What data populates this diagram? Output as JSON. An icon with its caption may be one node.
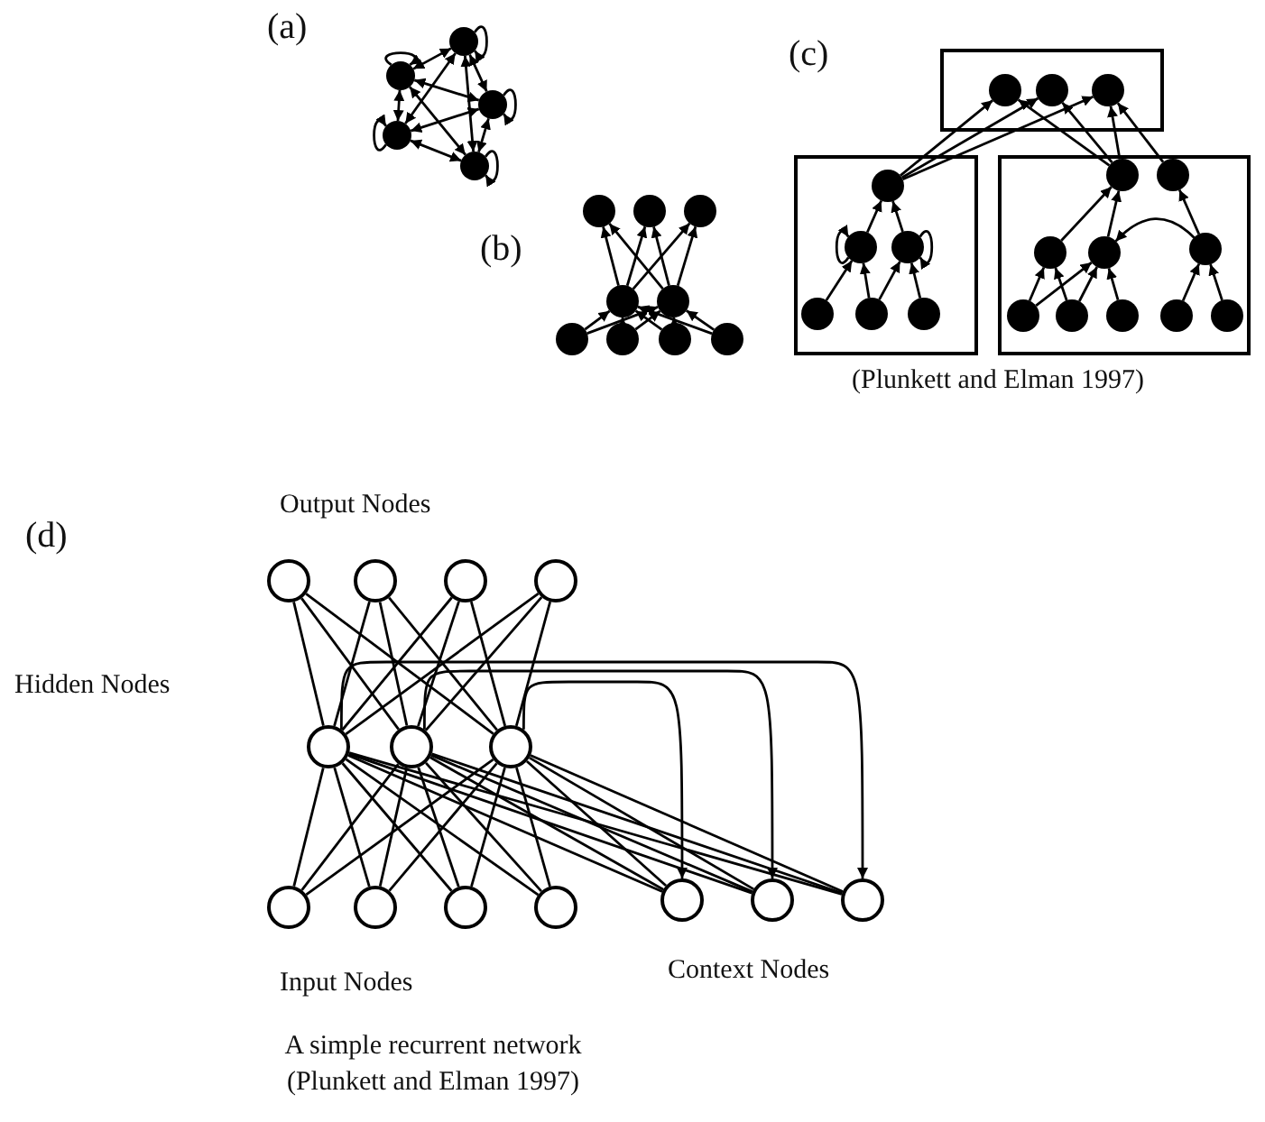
{
  "diagram": {
    "nodes": [
      {
        "text": [],
        "shape": "circle"
      },
      {
        "text": [],
        "shape": "circle"
      },
      {
        "text": [],
        "shape": "circle"
      },
      {
        "text": [],
        "shape": "circle"
      },
      {
        "text": [],
        "shape": "circle"
      },
      {
        "text": [],
        "shape": "circle"
      },
      {
        "text": [],
        "shape": "circle"
      },
      {
        "text": [],
        "shape": "circle"
      },
      {
        "text": [],
        "shape": "circle"
      },
      {
        "text": [],
        "shape": "circle"
      },
      {
        "text": [],
        "shape": "circle"
      },
      {
        "text": [],
        "shape": "circle"
      },
      {
        "text": [],
        "shape": "circle"
      },
      {
        "text": [],
        "shape": "circle"
      },
      {
        "text": [],
        "shape": "box"
      },
      {
        "text": [],
        "shape": "circle",
        "in": 14
      },
      {
        "text": [],
        "shape": "circle",
        "in": 14
      },
      {
        "text": [],
        "shape": "circle",
        "in": 14
      },
      {
        "text": [],
        "shape": "box"
      },
      {
        "text": [],
        "shape": "circle",
        "in": 18
      },
      {
        "text": [],
        "shape": "circle",
        "in": 18
      },
      {
        "text": [],
        "shape": "circle",
        "in": 18
      },
      {
        "text": [],
        "shape": "circle",
        "in": 18
      },
      {
        "text": [],
        "shape": "circle",
        "in": 18
      },
      {
        "text": [],
        "shape": "circle",
        "in": 18
      },
      {
        "text": [],
        "shape": "box"
      },
      {
        "text": [],
        "shape": "circle",
        "in": 25
      },
      {
        "text": [],
        "shape": "circle",
        "in": 25
      },
      {
        "text": [],
        "shape": "circle",
        "in": 25
      },
      {
        "text": [],
        "shape": "circle",
        "in": 25
      },
      {
        "text": [],
        "shape": "circle",
        "in": 25
      },
      {
        "text": [],
        "shape": "circle",
        "in": 25
      },
      {
        "text": [],
        "shape": "circle",
        "in": 25
      },
      {
        "text": [],
        "shape": "circle",
        "in": 25
      },
      {
        "text": [],
        "shape": "circle",
        "in": 25
      },
      {
        "text": [],
        "shape": "circle",
        "in": 25
      },
      {
        "text": [],
        "shape": "circle"
      },
      {
        "text": [],
        "shape": "circle"
      },
      {
        "text": [],
        "shape": "circle"
      },
      {
        "text": [],
        "shape": "circle"
      },
      {
        "text": [],
        "shape": "circle"
      },
      {
        "text": [],
        "shape": "circle"
      },
      {
        "text": [],
        "shape": "circle"
      },
      {
        "text": [],
        "shape": "circle"
      },
      {
        "text": [],
        "shape": "circle"
      },
      {
        "text": [],
        "shape": "circle"
      },
      {
        "text": [],
        "shape": "circle"
      },
      {
        "text": [],
        "shape": "circle"
      },
      {
        "text": [],
        "shape": "circle"
      },
      {
        "text": [],
        "shape": "circle"
      }
    ],
    "edges": [
      {
        "from": 0,
        "to": 0,
        "arrow": "to"
      },
      {
        "from": 1,
        "to": 1,
        "arrow": "to"
      },
      {
        "from": 2,
        "to": 2,
        "arrow": "to"
      },
      {
        "from": 3,
        "to": 3,
        "arrow": "to"
      },
      {
        "from": 4,
        "to": 4,
        "arrow": "to"
      },
      {
        "from": 0,
        "to": 1,
        "arrow": "both"
      },
      {
        "from": 0,
        "to": 2,
        "arrow": "both"
      },
      {
        "from": 0,
        "to": 3,
        "arrow": "both"
      },
      {
        "from": 0,
        "to": 4,
        "arrow": "both"
      },
      {
        "from": 1,
        "to": 2,
        "arrow": "both"
      },
      {
        "from": 1,
        "to": 3,
        "arrow": "both"
      },
      {
        "from": 1,
        "to": 4,
        "arrow": "both"
      },
      {
        "from": 2,
        "to": 3,
        "arrow": "both"
      },
      {
        "from": 2,
        "to": 4,
        "arrow": "both"
      },
      {
        "from": 3,
        "to": 4,
        "arrow": "both"
      },
      {
        "from": 10,
        "to": 8,
        "arrow": "to"
      },
      {
        "from": 10,
        "to": 9,
        "arrow": "to"
      },
      {
        "from": 11,
        "to": 8,
        "arrow": "to"
      },
      {
        "from": 11,
        "to": 9,
        "arrow": "to"
      },
      {
        "from": 12,
        "to": 8,
        "arrow": "to"
      },
      {
        "from": 12,
        "to": 9,
        "arrow": "to"
      },
      {
        "from": 13,
        "to": 8,
        "arrow": "to"
      },
      {
        "from": 13,
        "to": 9,
        "arrow": "to"
      },
      {
        "from": 8,
        "to": 5,
        "arrow": "to"
      },
      {
        "from": 8,
        "to": 6,
        "arrow": "to"
      },
      {
        "from": 8,
        "to": 7,
        "arrow": "to"
      },
      {
        "from": 9,
        "to": 5,
        "arrow": "to"
      },
      {
        "from": 9,
        "to": 6,
        "arrow": "to"
      },
      {
        "from": 9,
        "to": 7,
        "arrow": "to"
      },
      {
        "from": 19,
        "to": 15,
        "arrow": "to"
      },
      {
        "from": 19,
        "to": 16,
        "arrow": "to"
      },
      {
        "from": 19,
        "to": 17,
        "arrow": "to"
      },
      {
        "from": 26,
        "to": 15,
        "arrow": "to"
      },
      {
        "from": 26,
        "to": 16,
        "arrow": "to"
      },
      {
        "from": 26,
        "to": 17,
        "arrow": "to"
      },
      {
        "from": 27,
        "to": 17,
        "arrow": "to"
      },
      {
        "from": 20,
        "to": 19,
        "arrow": "to"
      },
      {
        "from": 21,
        "to": 19,
        "arrow": "to"
      },
      {
        "from": 20,
        "to": 20,
        "arrow": "to"
      },
      {
        "from": 21,
        "to": 21,
        "arrow": "to"
      },
      {
        "from": 22,
        "to": 20,
        "arrow": "to"
      },
      {
        "from": 23,
        "to": 20,
        "arrow": "to"
      },
      {
        "from": 23,
        "to": 21,
        "arrow": "to"
      },
      {
        "from": 24,
        "to": 21,
        "arrow": "to"
      },
      {
        "from": 28,
        "to": 26,
        "arrow": "to"
      },
      {
        "from": 29,
        "to": 26,
        "arrow": "to"
      },
      {
        "from": 30,
        "to": 27,
        "arrow": "to"
      },
      {
        "from": 30,
        "to": 29,
        "arrow": "to"
      },
      {
        "from": 31,
        "to": 28,
        "arrow": "to"
      },
      {
        "from": 32,
        "to": 28,
        "arrow": "to"
      },
      {
        "from": 31,
        "to": 29,
        "arrow": "to"
      },
      {
        "from": 32,
        "to": 29,
        "arrow": "to"
      },
      {
        "from": 33,
        "to": 29,
        "arrow": "to"
      },
      {
        "from": 34,
        "to": 30,
        "arrow": "to"
      },
      {
        "from": 35,
        "to": 30,
        "arrow": "to"
      },
      {
        "from": 40,
        "to": 36,
        "arrow": "none"
      },
      {
        "from": 40,
        "to": 37,
        "arrow": "none"
      },
      {
        "from": 40,
        "to": 38,
        "arrow": "none"
      },
      {
        "from": 40,
        "to": 39,
        "arrow": "none"
      },
      {
        "from": 41,
        "to": 36,
        "arrow": "none"
      },
      {
        "from": 41,
        "to": 37,
        "arrow": "none"
      },
      {
        "from": 41,
        "to": 38,
        "arrow": "none"
      },
      {
        "from": 41,
        "to": 39,
        "arrow": "none"
      },
      {
        "from": 42,
        "to": 36,
        "arrow": "none"
      },
      {
        "from": 42,
        "to": 37,
        "arrow": "none"
      },
      {
        "from": 42,
        "to": 38,
        "arrow": "none"
      },
      {
        "from": 42,
        "to": 39,
        "arrow": "none"
      },
      {
        "from": 43,
        "to": 40,
        "arrow": "none"
      },
      {
        "from": 43,
        "to": 41,
        "arrow": "none"
      },
      {
        "from": 43,
        "to": 42,
        "arrow": "none"
      },
      {
        "from": 44,
        "to": 40,
        "arrow": "none"
      },
      {
        "from": 44,
        "to": 41,
        "arrow": "none"
      },
      {
        "from": 44,
        "to": 42,
        "arrow": "none"
      },
      {
        "from": 45,
        "to": 40,
        "arrow": "none"
      },
      {
        "from": 45,
        "to": 41,
        "arrow": "none"
      },
      {
        "from": 45,
        "to": 42,
        "arrow": "none"
      },
      {
        "from": 46,
        "to": 40,
        "arrow": "none"
      },
      {
        "from": 46,
        "to": 41,
        "arrow": "none"
      },
      {
        "from": 46,
        "to": 42,
        "arrow": "none"
      },
      {
        "from": 40,
        "to": 49,
        "arrow": "to"
      },
      {
        "from": 41,
        "to": 48,
        "arrow": "to"
      },
      {
        "from": 42,
        "to": 47,
        "arrow": "to"
      },
      {
        "from": 47,
        "to": 40,
        "arrow": "none"
      },
      {
        "from": 47,
        "to": 41,
        "arrow": "none"
      },
      {
        "from": 47,
        "to": 42,
        "arrow": "none"
      },
      {
        "from": 48,
        "to": 40,
        "arrow": "none"
      },
      {
        "from": 48,
        "to": 41,
        "arrow": "none"
      },
      {
        "from": 48,
        "to": 42,
        "arrow": "none"
      },
      {
        "from": 49,
        "to": 40,
        "arrow": "none"
      },
      {
        "from": 49,
        "to": 41,
        "arrow": "none"
      },
      {
        "from": 49,
        "to": 42,
        "arrow": "none"
      }
    ],
    "labels": [
      "(a)",
      "(c)",
      "(b)",
      "(Plunkett and Elman 1997)",
      "Output Nodes",
      "(d)",
      "Hidden Nodes",
      "Context Nodes",
      "Input Nodes"
    ],
    "caption": "A simple recurrent network (Plunkett and Elman 1997)"
  }
}
